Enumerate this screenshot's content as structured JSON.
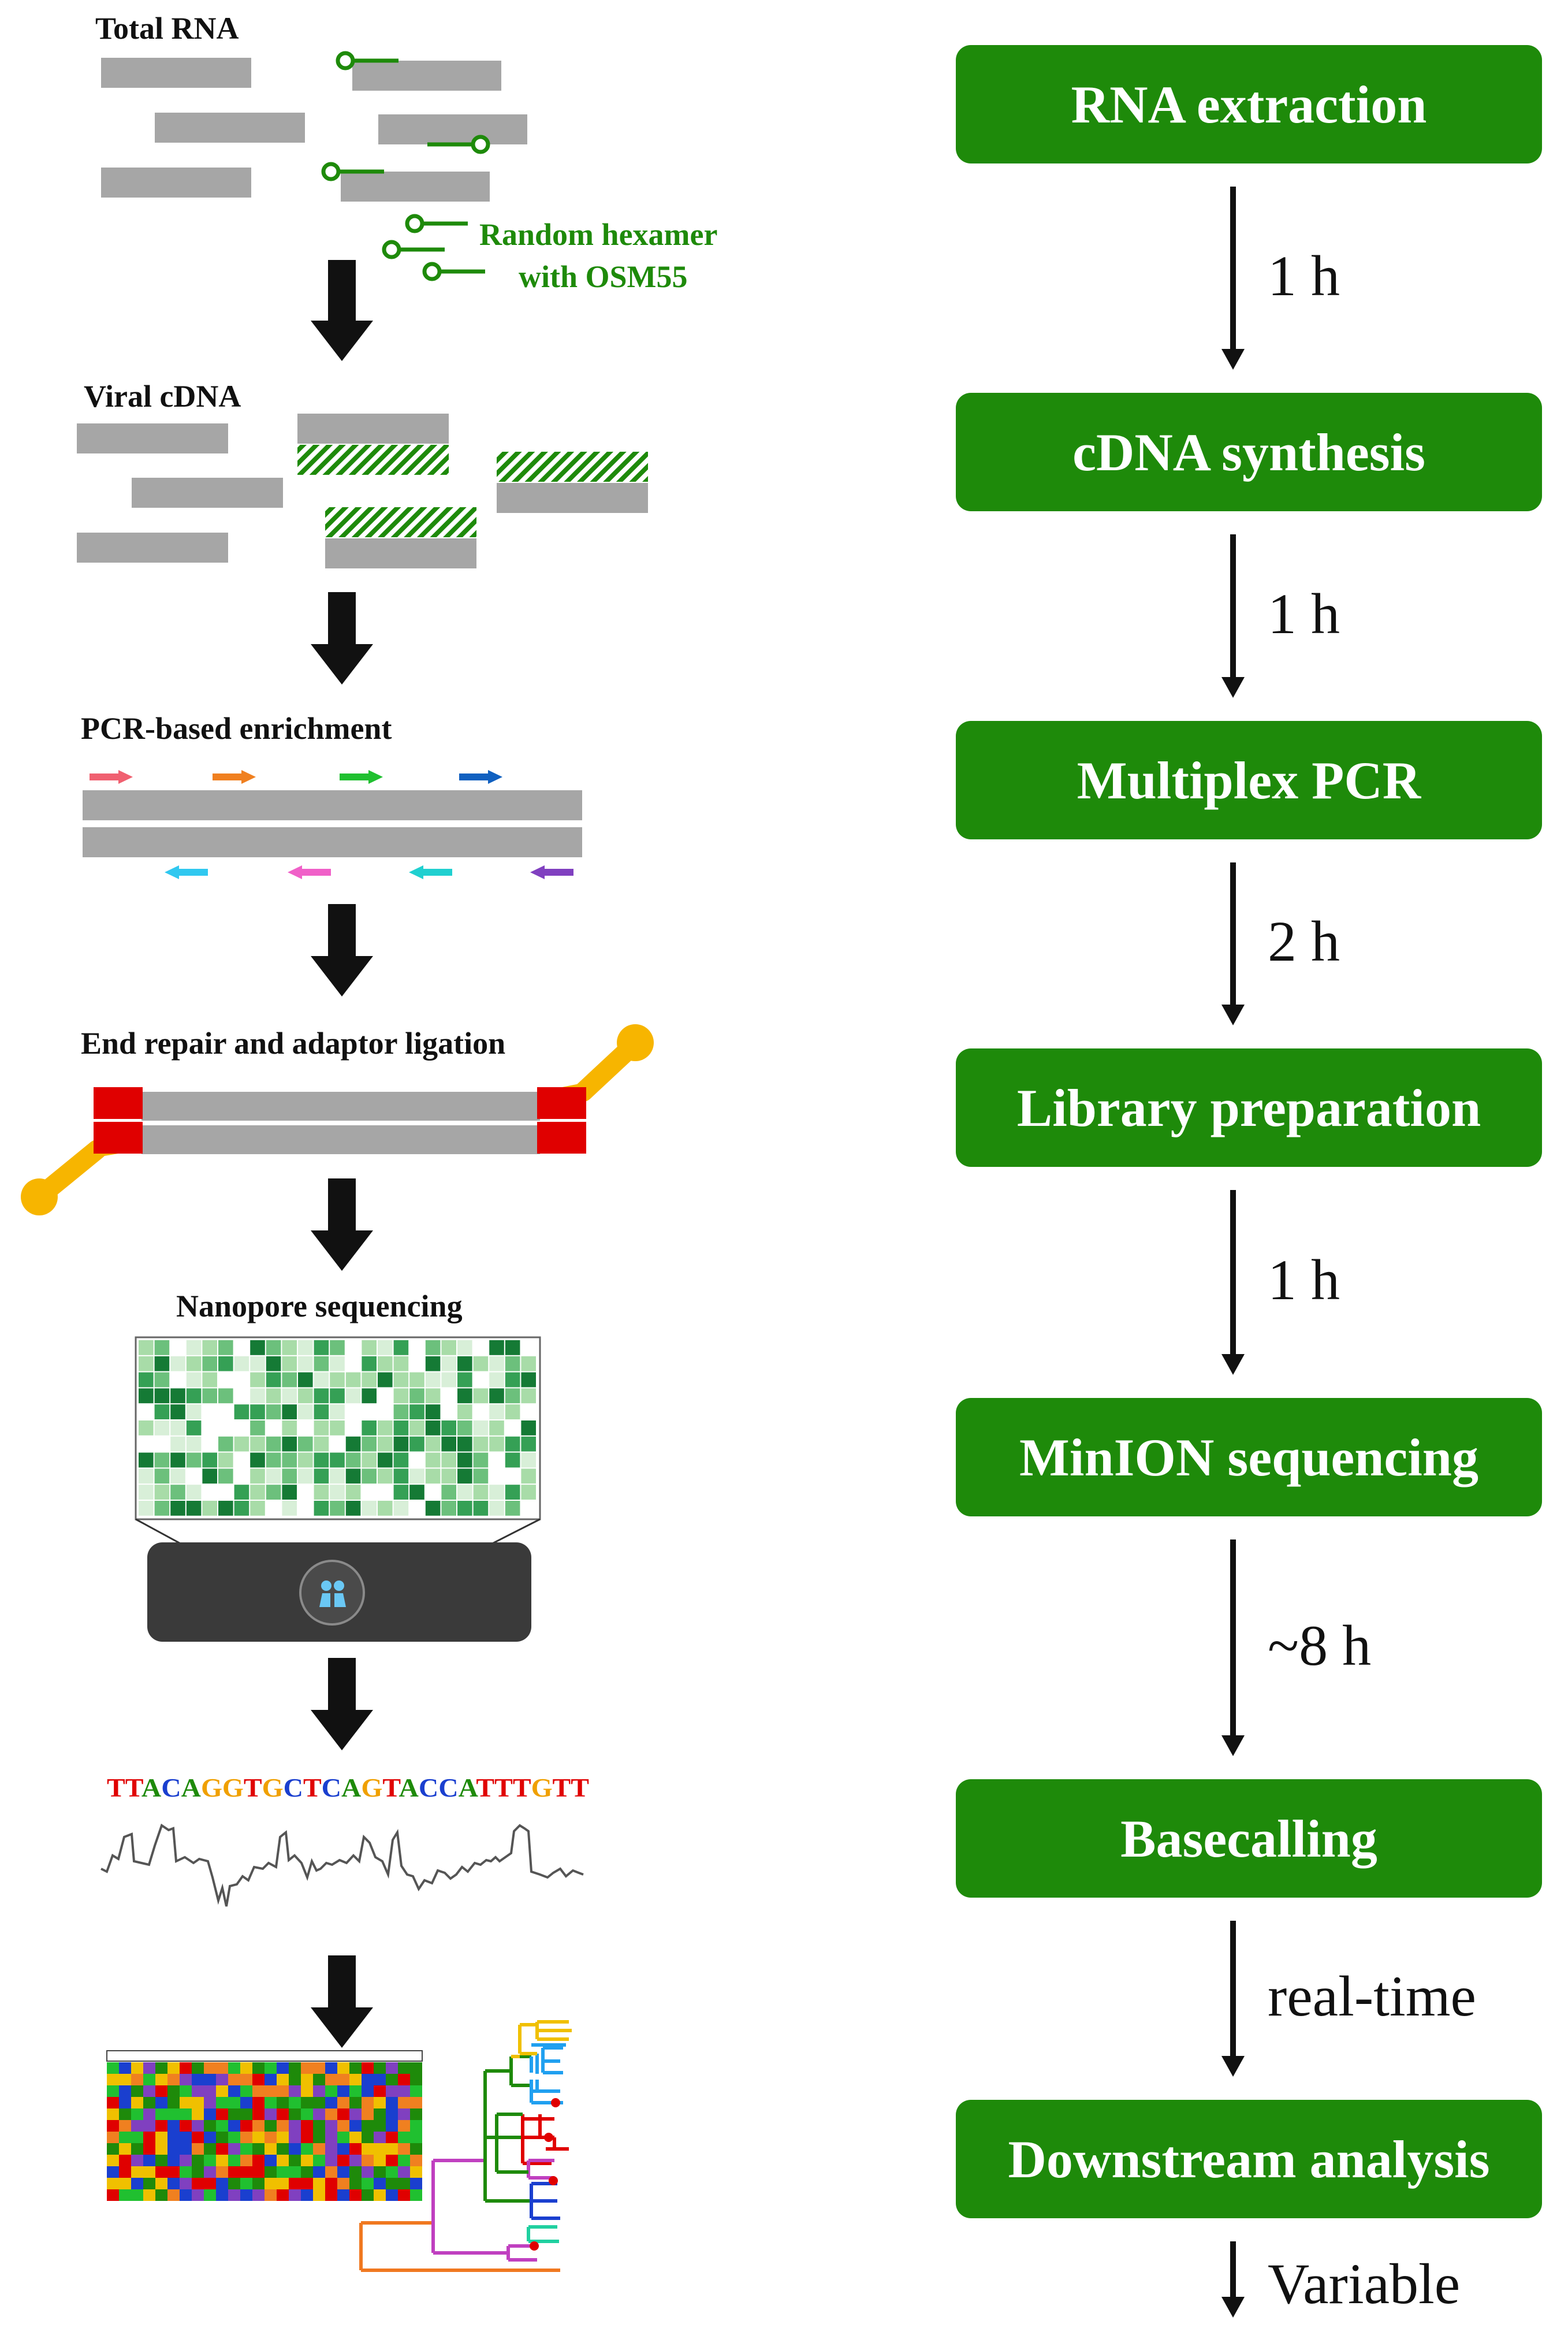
{
  "left_panels": {
    "total_rna": "Total RNA",
    "hexamer_line1": "Random hexamer",
    "hexamer_line2": "with OSM55",
    "viral_cdna": "Viral cDNA",
    "pcr_enrichment": "PCR-based enrichment",
    "end_repair": "End repair and adaptor ligation",
    "nanopore": "Nanopore sequencing",
    "sequence": "TTACAGGTGCTCAGTACCATTTGTT"
  },
  "workflow": {
    "steps": [
      {
        "label": "RNA extraction"
      },
      {
        "label": "cDNA synthesis"
      },
      {
        "label": "Multiplex PCR"
      },
      {
        "label": "Library preparation"
      },
      {
        "label": "MinION sequencing"
      },
      {
        "label": "Basecalling"
      },
      {
        "label": "Downstream analysis"
      }
    ],
    "durations": [
      "1 h",
      "1 h",
      "2 h",
      "1 h",
      "~8 h",
      "real-time",
      "Variable"
    ]
  },
  "colors": {
    "step_box": "#1e8a0a",
    "hexamer_green": "#1e8a0a",
    "rna_gray": "#a6a6a6",
    "adaptor_yellow": "#f7b500",
    "adaptor_red": "#e00000",
    "base_T": "#e00000",
    "base_A": "#1e8a0a",
    "base_C": "#1a3fcf",
    "base_G": "#f0a000"
  },
  "icons": {
    "minion_device": "flowcell-icon",
    "tree": "phylogenetic-tree-icon",
    "alignment": "sequence-alignment-icon"
  }
}
